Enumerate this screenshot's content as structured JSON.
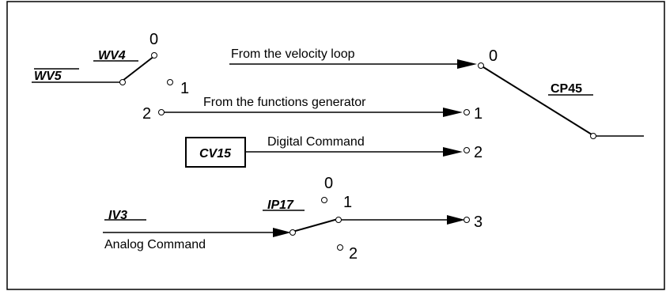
{
  "params": {
    "wv5": "WV5",
    "wv4": "WV4",
    "cp45": "CP45",
    "cv15": "CV15",
    "iv3": "IV3",
    "ip17": "IP17"
  },
  "labels": {
    "velocity_loop": "From the velocity loop",
    "functions_generator": "From the functions generator",
    "digital_command": "Digital Command",
    "analog_command": "Analog Command"
  },
  "positions": {
    "wv4_0": "0",
    "wv4_1": "1",
    "wv4_2": "2",
    "cp45_0": "0",
    "cp45_1": "1",
    "cp45_2": "2",
    "cp45_3": "3",
    "ip17_0": "0",
    "ip17_1": "1",
    "ip17_2": "2"
  }
}
